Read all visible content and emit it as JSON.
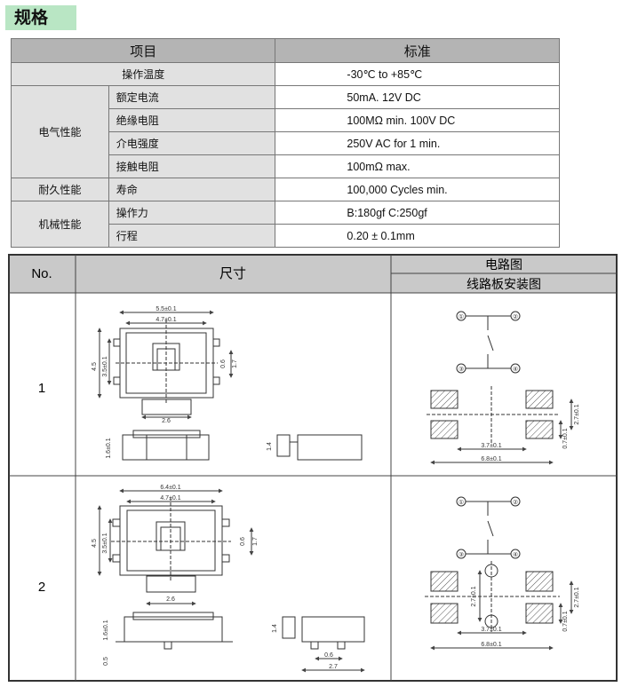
{
  "section_title": "规格",
  "spec_table": {
    "headers": [
      "项目",
      "标准"
    ],
    "rows": [
      {
        "group": "操作温度",
        "item": "",
        "value": "-30℃ to +85℃"
      },
      {
        "group": "电气性能",
        "item": "额定电流",
        "value": "50mA. 12V DC"
      },
      {
        "group": "",
        "item": "绝缘电阻",
        "value": "100MΩ min. 100V DC"
      },
      {
        "group": "",
        "item": "介电强度",
        "value": "250V AC for 1 min."
      },
      {
        "group": "",
        "item": "接触电阻",
        "value": "100mΩ max."
      },
      {
        "group": "耐久性能",
        "item": "寿命",
        "value": "100,000 Cycles min."
      },
      {
        "group": "机械性能",
        "item": "操作力",
        "value": "B:180gf  C:250gf"
      },
      {
        "group": "",
        "item": "行程",
        "value": "0.20 ± 0.1mm"
      }
    ]
  },
  "drawings_table": {
    "col_no": "No.",
    "col_dim": "尺寸",
    "col_circuit": "电路图",
    "col_pcb": "线路板安装图",
    "rows": [
      {
        "no": "1",
        "dims": {
          "w_outer": "5.5±0.1",
          "w_inner": "4.7±0.1",
          "h_outer": "4.5",
          "h_inner": "3.5±0.1",
          "pin_gap": "0.6",
          "pin_span": "1.7",
          "bottom_w": "2.6",
          "side_h": "1.6±0.1",
          "side_view_h": "1.4"
        },
        "pcb": {
          "pad_gap": "3.7±0.1",
          "pad_span": "6.8±0.1",
          "pad_h": "2.7±0.1",
          "pad_gap_v": "0.7±0.1"
        }
      },
      {
        "no": "2",
        "dims": {
          "w_outer": "6.4±0.1",
          "w_inner": "4.7±0.1",
          "h_outer": "4.5",
          "h_inner": "3.5±0.1",
          "pin_gap": "0.6",
          "pin_span": "1.7",
          "bottom_w": "2.6",
          "side_h": "1.6±0.1",
          "lead": "0.5",
          "side_view_h": "1.4",
          "side_lead": "0.6",
          "side_w": "2.7"
        },
        "pcb": {
          "pad_gap": "3.7±0.1",
          "pad_span": "6.8±0.1",
          "pad_h": "2.7±0.1",
          "pad_gap_v": "0.7±0.1",
          "hole_span": "2.7±0.1"
        }
      }
    ],
    "circuit_pins": [
      "①",
      "②",
      "③",
      "④"
    ]
  }
}
